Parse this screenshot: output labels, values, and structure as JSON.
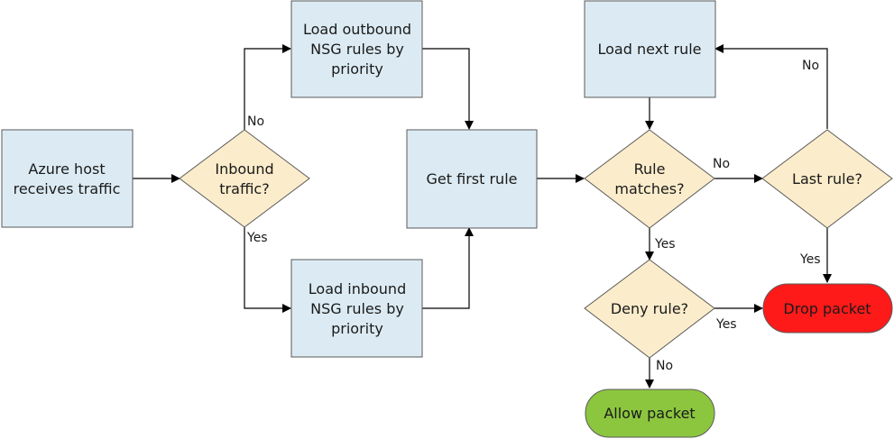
{
  "colors": {
    "process_fill": "#dcebf3",
    "decision_fill": "#fbeccb",
    "drop_fill": "#ff1a1a",
    "allow_fill": "#8cc63f",
    "stroke": "#5a5a5a",
    "arrow": "#000000"
  },
  "nodes": {
    "azure_host": [
      "Azure host",
      "receives traffic"
    ],
    "inbound": [
      "Inbound",
      "traffic?"
    ],
    "load_outbound": [
      "Load outbound",
      "NSG rules by",
      "priority"
    ],
    "load_inbound": [
      "Load inbound",
      "NSG rules by",
      "priority"
    ],
    "get_first": [
      "Get first rule"
    ],
    "load_next": [
      "Load next rule"
    ],
    "rule_matches": [
      "Rule",
      "matches?"
    ],
    "last_rule": [
      "Last rule?"
    ],
    "deny_rule": [
      "Deny rule?"
    ],
    "drop_packet": [
      "Drop packet"
    ],
    "allow_packet": [
      "Allow packet"
    ]
  },
  "edge_labels": {
    "inbound_no": "No",
    "inbound_yes": "Yes",
    "matches_no": "No",
    "matches_yes": "Yes",
    "last_no": "No",
    "last_yes": "Yes",
    "deny_yes": "Yes",
    "deny_no": "No"
  }
}
